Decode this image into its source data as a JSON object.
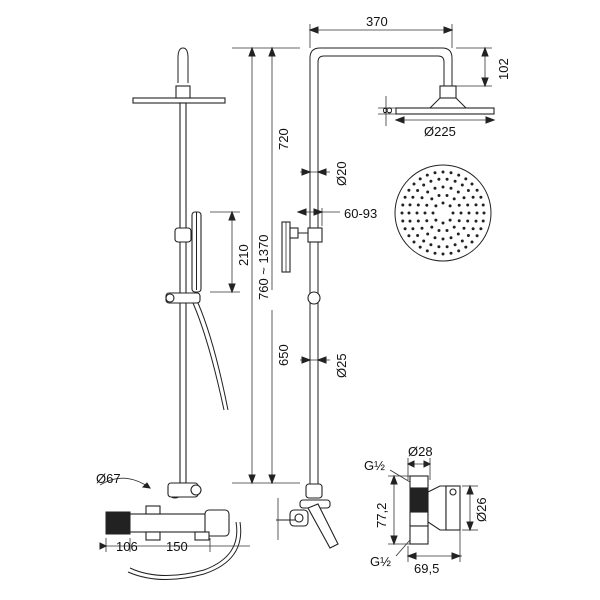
{
  "dimensions": {
    "arm_length": "370",
    "head_drop": "102",
    "head_thickness": "8",
    "head_diameter": "Ø225",
    "upper_height": "720",
    "upper_pipe_diameter": "Ø20",
    "bracket_adjust": "60-93",
    "total_height": "760 ~ 1370",
    "hand_shower_length": "210",
    "lower_height": "650",
    "lower_pipe_diameter": "Ø25",
    "mixer_body_diameter": "Ø67",
    "side_offset": "106",
    "inlet_spacing": "150",
    "connector_diameter": "Ø28",
    "thread_top": "G½",
    "thread_bottom": "G½",
    "connector_height": "77,2",
    "connector_depth": "69,5",
    "connector_nut_diameter": "Ø26"
  }
}
